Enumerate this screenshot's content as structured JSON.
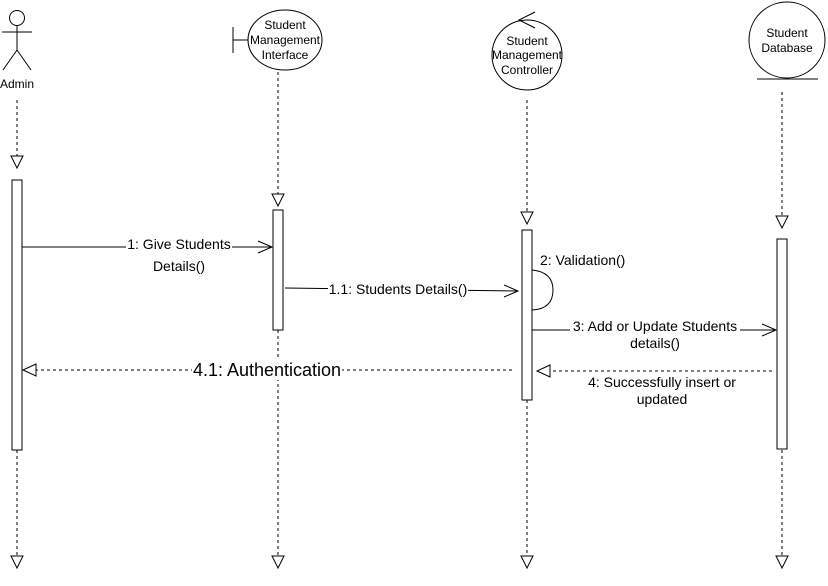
{
  "participants": {
    "admin": "Admin",
    "interface": [
      "Student",
      "Management",
      "Interface"
    ],
    "controller": [
      "Student",
      "Management",
      "Controller"
    ],
    "database": [
      "Student",
      "Database"
    ]
  },
  "messages": {
    "m1": [
      "1: Give Students",
      "Details()"
    ],
    "m11": "1.1: Students Details()",
    "m2": "2: Validation()",
    "m3": [
      "3: Add or Update Students",
      "details()"
    ],
    "m4": [
      "4: Successfully insert or",
      "updated"
    ],
    "m41": "4.1: Authentication"
  }
}
